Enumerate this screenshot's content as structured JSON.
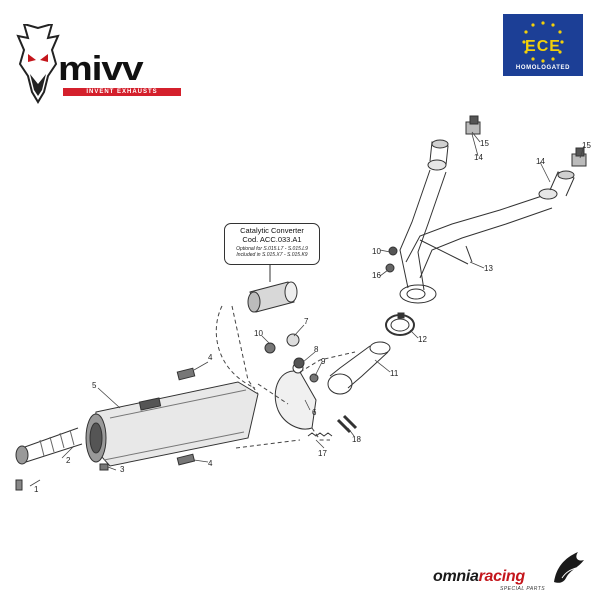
{
  "brand": {
    "name": "mivv",
    "tagline": "INVENT EXHAUSTS"
  },
  "badge": {
    "title": "ECE",
    "subtitle": "HOMOLOGATED"
  },
  "callout": {
    "line1": "Catalytic Converter",
    "line2": "Cod. ACC.033.A1",
    "line3": "Optional for S.015.L7 - S.015.L9",
    "line4": "Included in S.015.X7 - S.015.K9"
  },
  "part_numbers": {
    "p1": "1",
    "p2": "2",
    "p3": "3",
    "p4a": "4",
    "p4b": "4",
    "p5": "5",
    "p6": "6",
    "p7": "7",
    "p8": "8",
    "p9": "9",
    "p10a": "10",
    "p10b": "10",
    "p11": "11",
    "p12": "12",
    "p13": "13",
    "p14a": "14",
    "p14b": "14",
    "p15a": "15",
    "p15b": "15",
    "p16": "16",
    "p17": "17",
    "p18": "18"
  },
  "footer": {
    "logo_main": "omnia",
    "logo_accent": "racing",
    "logo_sub": "SPECIAL PARTS"
  },
  "colors": {
    "brand_red": "#d4202c",
    "eu_blue": "#1c3f96",
    "eu_star": "#f3d10a",
    "line": "#333333"
  }
}
